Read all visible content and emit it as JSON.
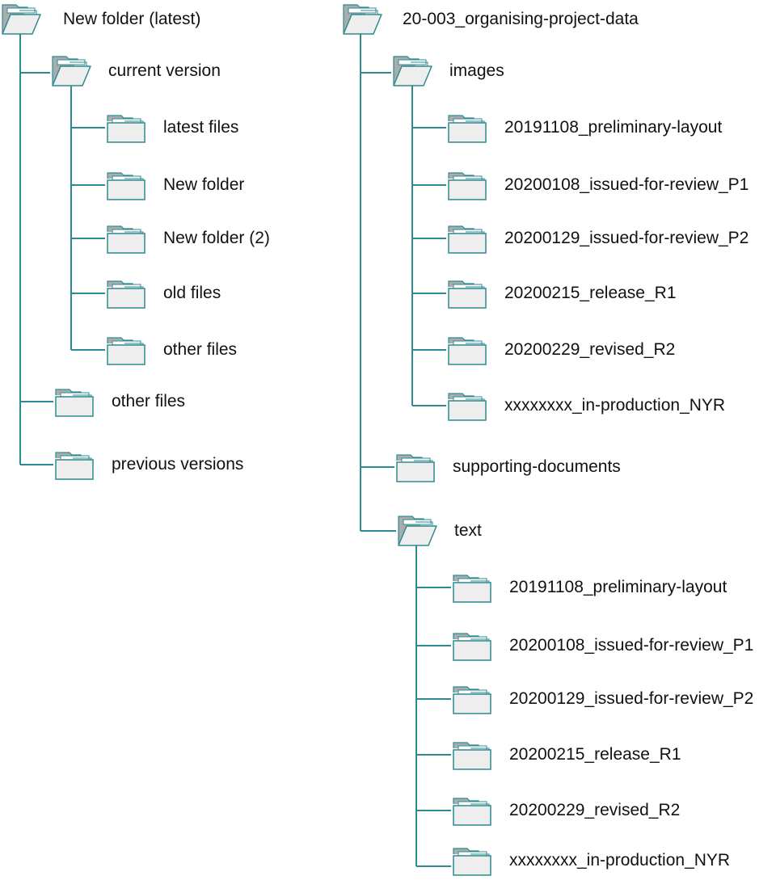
{
  "colors": {
    "connector": "#2e8a91",
    "folder_stroke": "#2e8a91",
    "folder_tab": "#a9adad",
    "folder_body": "#eeeeee",
    "text": "#111111"
  },
  "icons": {
    "open": "folder-open-icon",
    "closed": "folder-icon"
  },
  "left_tree": {
    "root": "New folder (latest)",
    "current": "current version",
    "current_children": [
      "latest files",
      "New folder",
      "New folder (2)",
      "old files",
      "other files"
    ],
    "other": "other files",
    "previous": "previous versions"
  },
  "right_tree": {
    "root": "20-003_organising-project-data",
    "images": "images",
    "images_children": [
      "20191108_preliminary-layout",
      "20200108_issued-for-review_P1",
      "20200129_issued-for-review_P2",
      "20200215_release_R1",
      "20200229_revised_R2",
      "xxxxxxxx_in-production_NYR"
    ],
    "supporting": "supporting-documents",
    "text": "text",
    "text_children": [
      "20191108_preliminary-layout",
      "20200108_issued-for-review_P1",
      "20200129_issued-for-review_P2",
      "20200215_release_R1",
      "20200229_revised_R2",
      "xxxxxxxx_in-production_NYR"
    ]
  }
}
